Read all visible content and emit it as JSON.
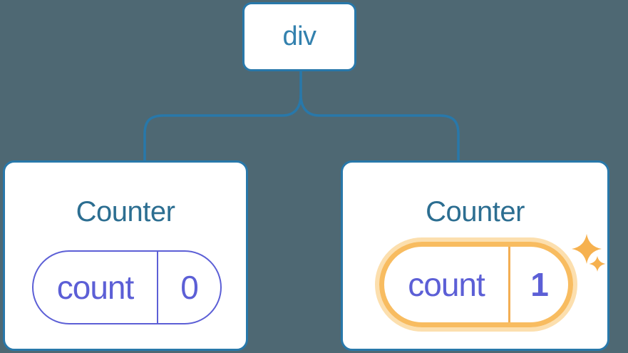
{
  "tree": {
    "root": {
      "label": "div"
    },
    "children": [
      {
        "title": "Counter",
        "state_key": "count",
        "state_value": "0",
        "highlighted": false
      },
      {
        "title": "Counter",
        "state_key": "count",
        "state_value": "1",
        "highlighted": true
      }
    ]
  },
  "icons": {
    "sparkle": "sparkle-icon"
  },
  "colors": {
    "background": "#4e6873",
    "node_border_blue": "#2878aa",
    "root_label_blue": "#3381ae",
    "title_blue": "#2c6e91",
    "state_purple": "#5c5fd6",
    "highlight_orange": "#f8bc60",
    "highlight_glow": "#fcdfae",
    "highlight_divider": "#f3ae53",
    "sparkle_orange": "#f6b14f"
  }
}
